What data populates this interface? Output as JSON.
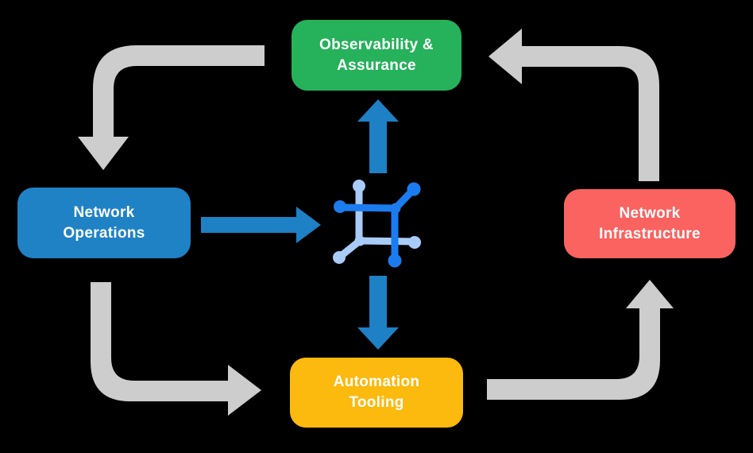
{
  "diagram": {
    "background_color": "#000000",
    "nodes": {
      "observability": {
        "line1": "Observability &",
        "line2": "Assurance",
        "color": "#26B15B"
      },
      "operations": {
        "line1": "Network",
        "line2": "Operations",
        "color": "#1F82C5"
      },
      "infrastructure": {
        "line1": "Network",
        "line2": "Infrastructure",
        "color": "#FA6360"
      },
      "automation": {
        "line1": "Automation",
        "line2": "Tooling",
        "color": "#FCB90E"
      }
    },
    "edges": [
      {
        "from": "Observability & Assurance",
        "to": "Network Operations",
        "style": "gray-cycle"
      },
      {
        "from": "Network Operations",
        "to": "Automation Tooling",
        "style": "gray-cycle"
      },
      {
        "from": "Automation Tooling",
        "to": "Network Infrastructure",
        "style": "gray-cycle"
      },
      {
        "from": "Network Infrastructure",
        "to": "Observability & Assurance",
        "style": "gray-cycle"
      },
      {
        "from": "Network Operations",
        "to": "network-hub-icon",
        "style": "blue-flow"
      },
      {
        "from": "network-hub-icon",
        "to": "Observability & Assurance",
        "style": "blue-flow"
      },
      {
        "from": "network-hub-icon",
        "to": "Automation Tooling",
        "style": "blue-flow"
      }
    ],
    "center_icon": "network-hub-icon",
    "colors": {
      "cycle_arrow": "#CDCDCD",
      "flow_arrow": "#1E80C5",
      "icon_dark": "#1B7CEF",
      "icon_light": "#A9CBF7",
      "node_text": "#FFFFFF"
    }
  }
}
